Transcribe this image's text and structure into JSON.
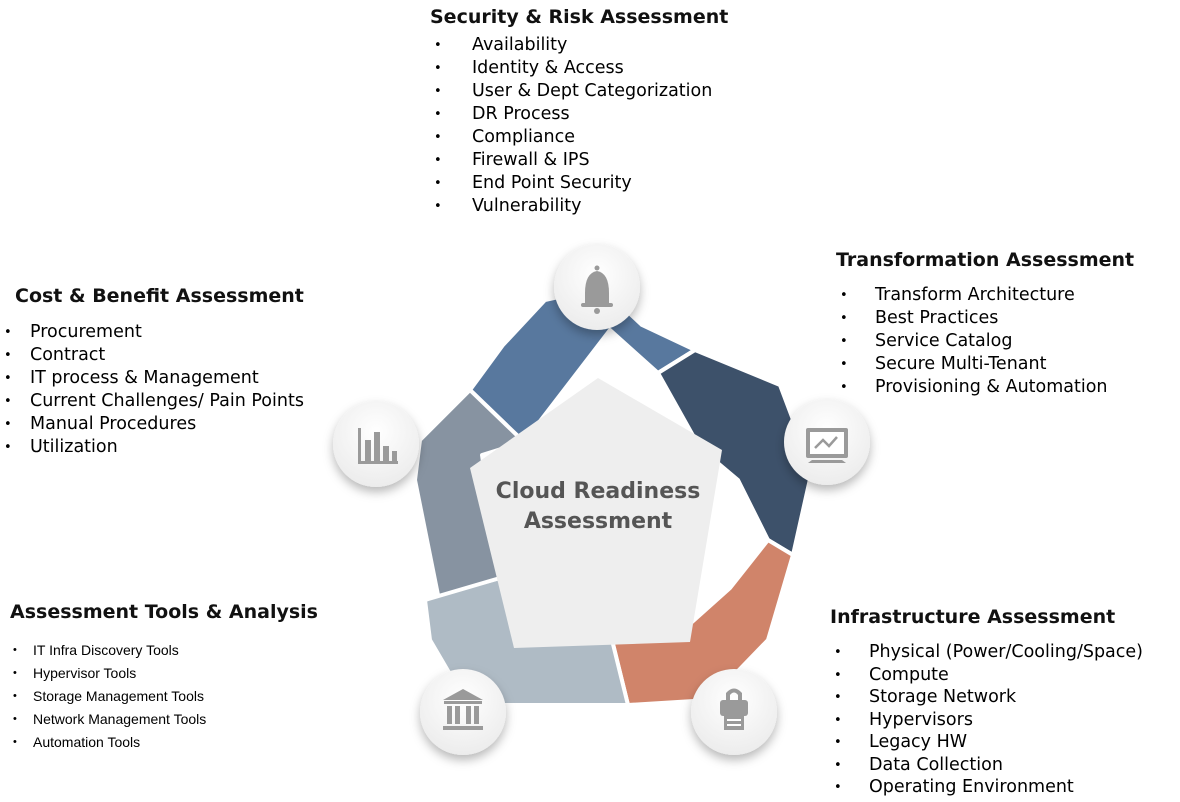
{
  "center": {
    "line1": "Cloud Readiness",
    "line2": "Assessment"
  },
  "colors": {
    "security": "#58789e",
    "transformation": "#3d516a",
    "infrastructure": "#d0846a",
    "tools": "#afbbc5",
    "cost": "#8793a1",
    "center": "#eeeeee",
    "icon": "#9a9a9a"
  },
  "sections": {
    "security": {
      "title": "Security & Risk Assessment",
      "icon": "bell-icon",
      "items": [
        "Availability",
        "Identity & Access",
        "User & Dept Categorization",
        "DR Process",
        "Compliance",
        "Firewall & IPS",
        "End Point Security",
        "Vulnerability"
      ]
    },
    "transformation": {
      "title": "Transformation Assessment",
      "icon": "monitor-chart-icon",
      "items": [
        "Transform Architecture",
        "Best Practices",
        "Service Catalog",
        "Secure Multi-Tenant",
        "Provisioning & Automation"
      ]
    },
    "cost": {
      "title": "Cost & Benefit Assessment",
      "icon": "bar-chart-icon",
      "items": [
        "Procurement",
        "Contract",
        "IT process & Management",
        "Current Challenges/ Pain Points",
        "Manual Procedures",
        "Utilization"
      ]
    },
    "tools": {
      "title": "Assessment Tools & Analysis",
      "icon": "bank-icon",
      "items": [
        "IT Infra Discovery Tools",
        "Hypervisor Tools",
        "Storage Management Tools",
        "Network Management Tools",
        "Automation Tools"
      ]
    },
    "infrastructure": {
      "title": "Infrastructure Assessment",
      "icon": "printer-icon",
      "items": [
        "Physical (Power/Cooling/Space)",
        "Compute",
        "Storage Network",
        "Hypervisors",
        "Legacy HW",
        "Data Collection",
        "Operating Environment"
      ]
    }
  }
}
